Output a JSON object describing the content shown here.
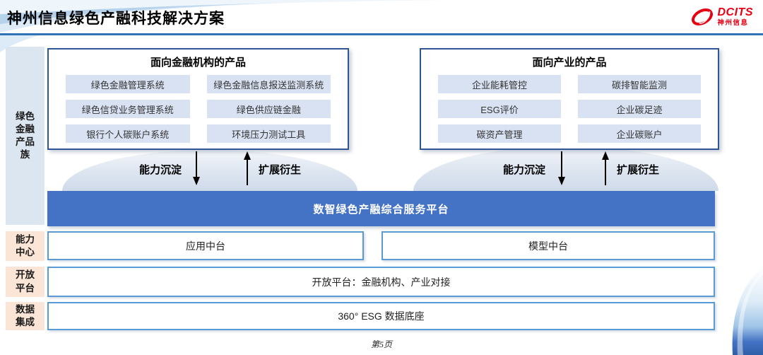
{
  "header": {
    "title": "神州信息绿色产融科技解决方案",
    "logo": {
      "brand": "DCITS",
      "company": "神州信息"
    }
  },
  "sidebar": {
    "product_family": "绿色\n金融\n产品\n族",
    "capability_center": "能力\n中心",
    "open_platform": "开放\n平台",
    "data_integration": "数据\n集成"
  },
  "products": {
    "finance": {
      "title": "面向金融机构的产品",
      "items": [
        "绿色金融管理系统",
        "绿色金融信息报送监测系统",
        "绿色信贷业务管理系统",
        "绿色供应链金融",
        "银行个人碳账户系统",
        "环境压力测试工具"
      ]
    },
    "industry": {
      "title": "面向产业的产品",
      "items": [
        "企业能耗管控",
        "碳排智能监测",
        "ESG评价",
        "企业碳足迹",
        "碳资产管理",
        "企业碳账户"
      ]
    }
  },
  "flows": {
    "down_label": "能力沉淀",
    "up_label": "扩展衍生"
  },
  "platform": {
    "label": "数智绿色产融综合服务平台"
  },
  "middle_platforms": {
    "left": "应用中台",
    "right": "模型中台"
  },
  "open_platform_bar": {
    "label": "开放平台：金融机构、产业对接"
  },
  "data_base_bar": {
    "label": "360° ESG 数据底座"
  },
  "footer": {
    "page_number": "第5页"
  },
  "colors": {
    "platform_blue": "#4472C4",
    "outer_border_blue": "#2F5597",
    "light_border_blue": "#5B9BD5",
    "chip_bg": "#D9E2F3",
    "sidebar_blue": "#DCE6F1",
    "sidebar_peach": "#FBE5D6",
    "header_line_blue": "#2E74B5",
    "logo_red": "#E60012"
  }
}
